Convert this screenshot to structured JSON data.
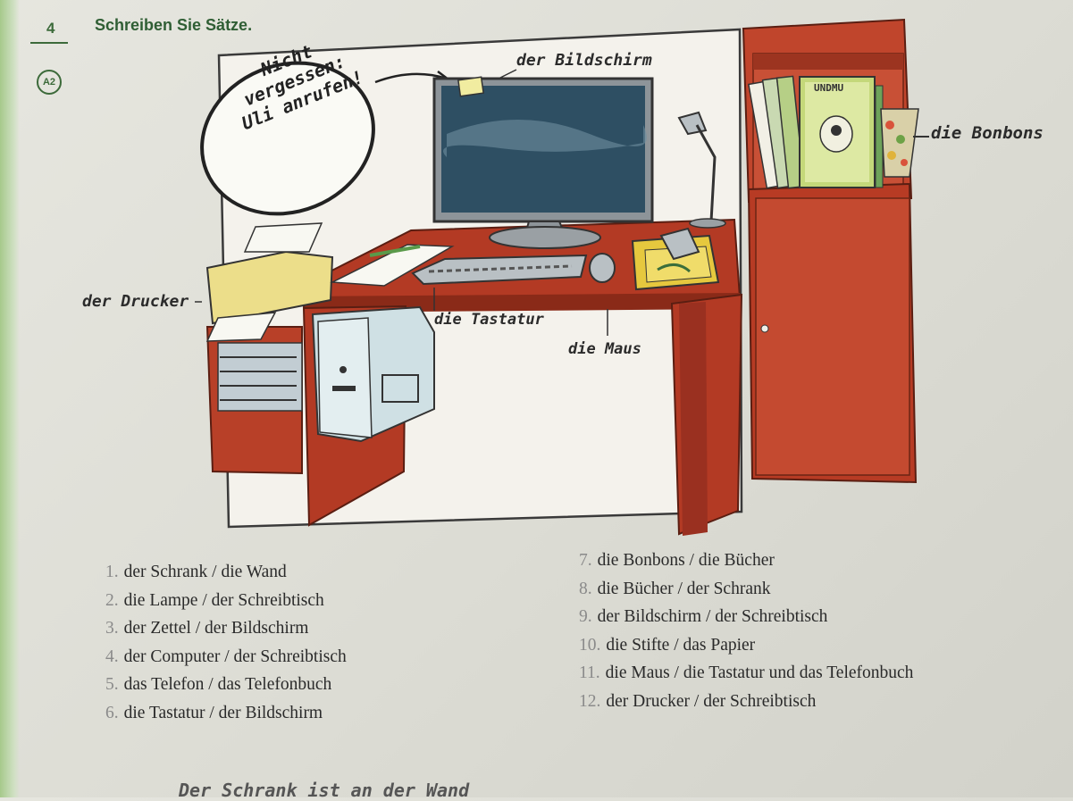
{
  "exercise": {
    "number": "4",
    "level_badge": "A2",
    "title": "Schreiben Sie Sätze."
  },
  "illustration": {
    "note_lines": [
      "Nicht vergessen:",
      "Uli anrufen!"
    ],
    "book_title": "UNDMU",
    "labels": {
      "monitor": "der Bildschirm",
      "candy": "die Bonbons",
      "printer": "der Drucker",
      "keyboard": "die Tastatur",
      "mouse": "die Maus"
    }
  },
  "items_left": [
    {
      "num": "1.",
      "text": "der Schrank / die Wand"
    },
    {
      "num": "2.",
      "text": "die Lampe / der Schreibtisch"
    },
    {
      "num": "3.",
      "text": "der Zettel / der Bildschirm"
    },
    {
      "num": "4.",
      "text": "der Computer / der Schreibtisch"
    },
    {
      "num": "5.",
      "text": "das Telefon / das Telefonbuch"
    },
    {
      "num": "6.",
      "text": "die Tastatur / der Bildschirm"
    }
  ],
  "items_right": [
    {
      "num": "7.",
      "text": "die Bonbons / die Bücher"
    },
    {
      "num": "8.",
      "text": "die Bücher / der Schrank"
    },
    {
      "num": "9.",
      "text": "der Bildschirm / der Schreibtisch"
    },
    {
      "num": "10.",
      "text": "die Stifte / das Papier"
    },
    {
      "num": "11.",
      "text": "die Maus / die Tastatur und das Telefonbuch"
    },
    {
      "num": "12.",
      "text": "der Drucker / der Schreibtisch"
    }
  ],
  "handwritten_answer": "Der Schrank ist an der Wand",
  "colors": {
    "furniture_red": "#b33a24",
    "furniture_dark": "#8a2a18",
    "exercise_green": "#3c6a3a",
    "monitor_screen": "#2e4f63"
  }
}
